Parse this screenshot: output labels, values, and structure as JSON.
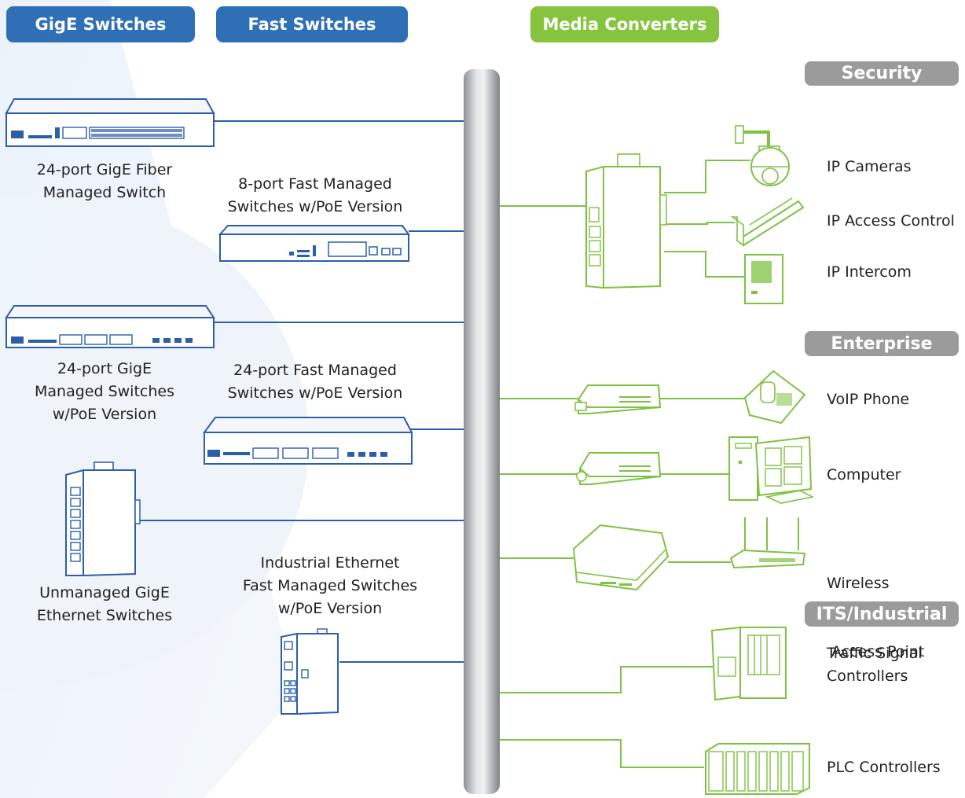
{
  "tabs": {
    "gige": "GigE Switches",
    "fast": "Fast Switches",
    "media": "Media Converters"
  },
  "categories": {
    "security": "Security",
    "enterprise": "Enterprise",
    "its": "ITS/Industrial"
  },
  "left_labels": {
    "gige_fiber": [
      "24-port GigE Fiber",
      "Managed Switch"
    ],
    "gige_poe": [
      "24-port GigE",
      "Managed Switches",
      "w/PoE Version"
    ],
    "unmanaged": [
      "Unmanaged GigE",
      "Ethernet Switches"
    ]
  },
  "mid_labels": {
    "fast8": [
      "8-port Fast Managed",
      "Switches w/PoE Version"
    ],
    "fast24": [
      "24-port Fast Managed",
      "Switches w/PoE Version"
    ],
    "industrial": [
      "Industrial Ethernet",
      "Fast Managed Switches",
      "w/PoE Version"
    ]
  },
  "right_labels": {
    "ip_cameras": "IP Cameras",
    "ip_access": "IP Access Control",
    "ip_intercom": "IP Intercom",
    "voip": "VoIP Phone",
    "computer": "Computer",
    "wireless": [
      "Wireless",
      " Access Point"
    ],
    "traffic": [
      "Traffic Signal",
      "Controllers"
    ],
    "plc": "PLC Controllers"
  },
  "colors": {
    "blue": "#2f6fb5",
    "green": "#86c440",
    "gray": "#9b9b9b",
    "line_blue": "#2c5fa8",
    "line_green": "#7ec242"
  }
}
